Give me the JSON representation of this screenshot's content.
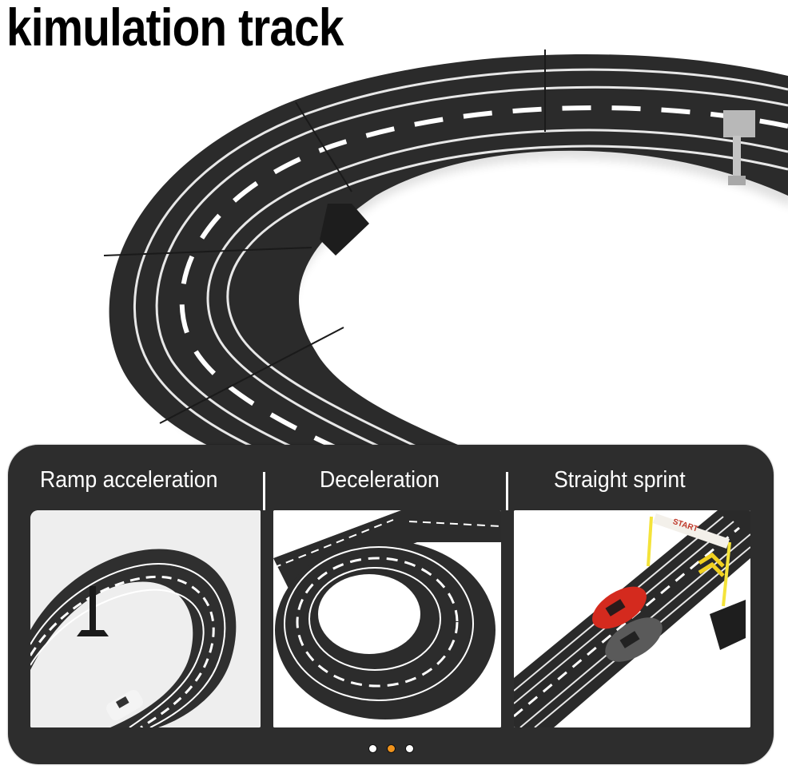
{
  "title": "kimulation track",
  "hero": {
    "subject": "slot-car-race-track",
    "track_color": "#2b2b2b",
    "lane_line_color": "#ffffff"
  },
  "panel": {
    "background": "#2d2d2d",
    "features": [
      {
        "label": "Ramp acceleration",
        "image": "ramp-curve-track-with-white-car"
      },
      {
        "label": "Deceleration",
        "image": "spiral-loop-track"
      },
      {
        "label": "Straight sprint",
        "image": "start-gate-with-red-and-grey-cars",
        "gate_text": "START"
      }
    ],
    "carousel": {
      "dots": 3,
      "active_index": 1,
      "active_color": "#f0931c",
      "inactive_color": "#ffffff"
    }
  }
}
